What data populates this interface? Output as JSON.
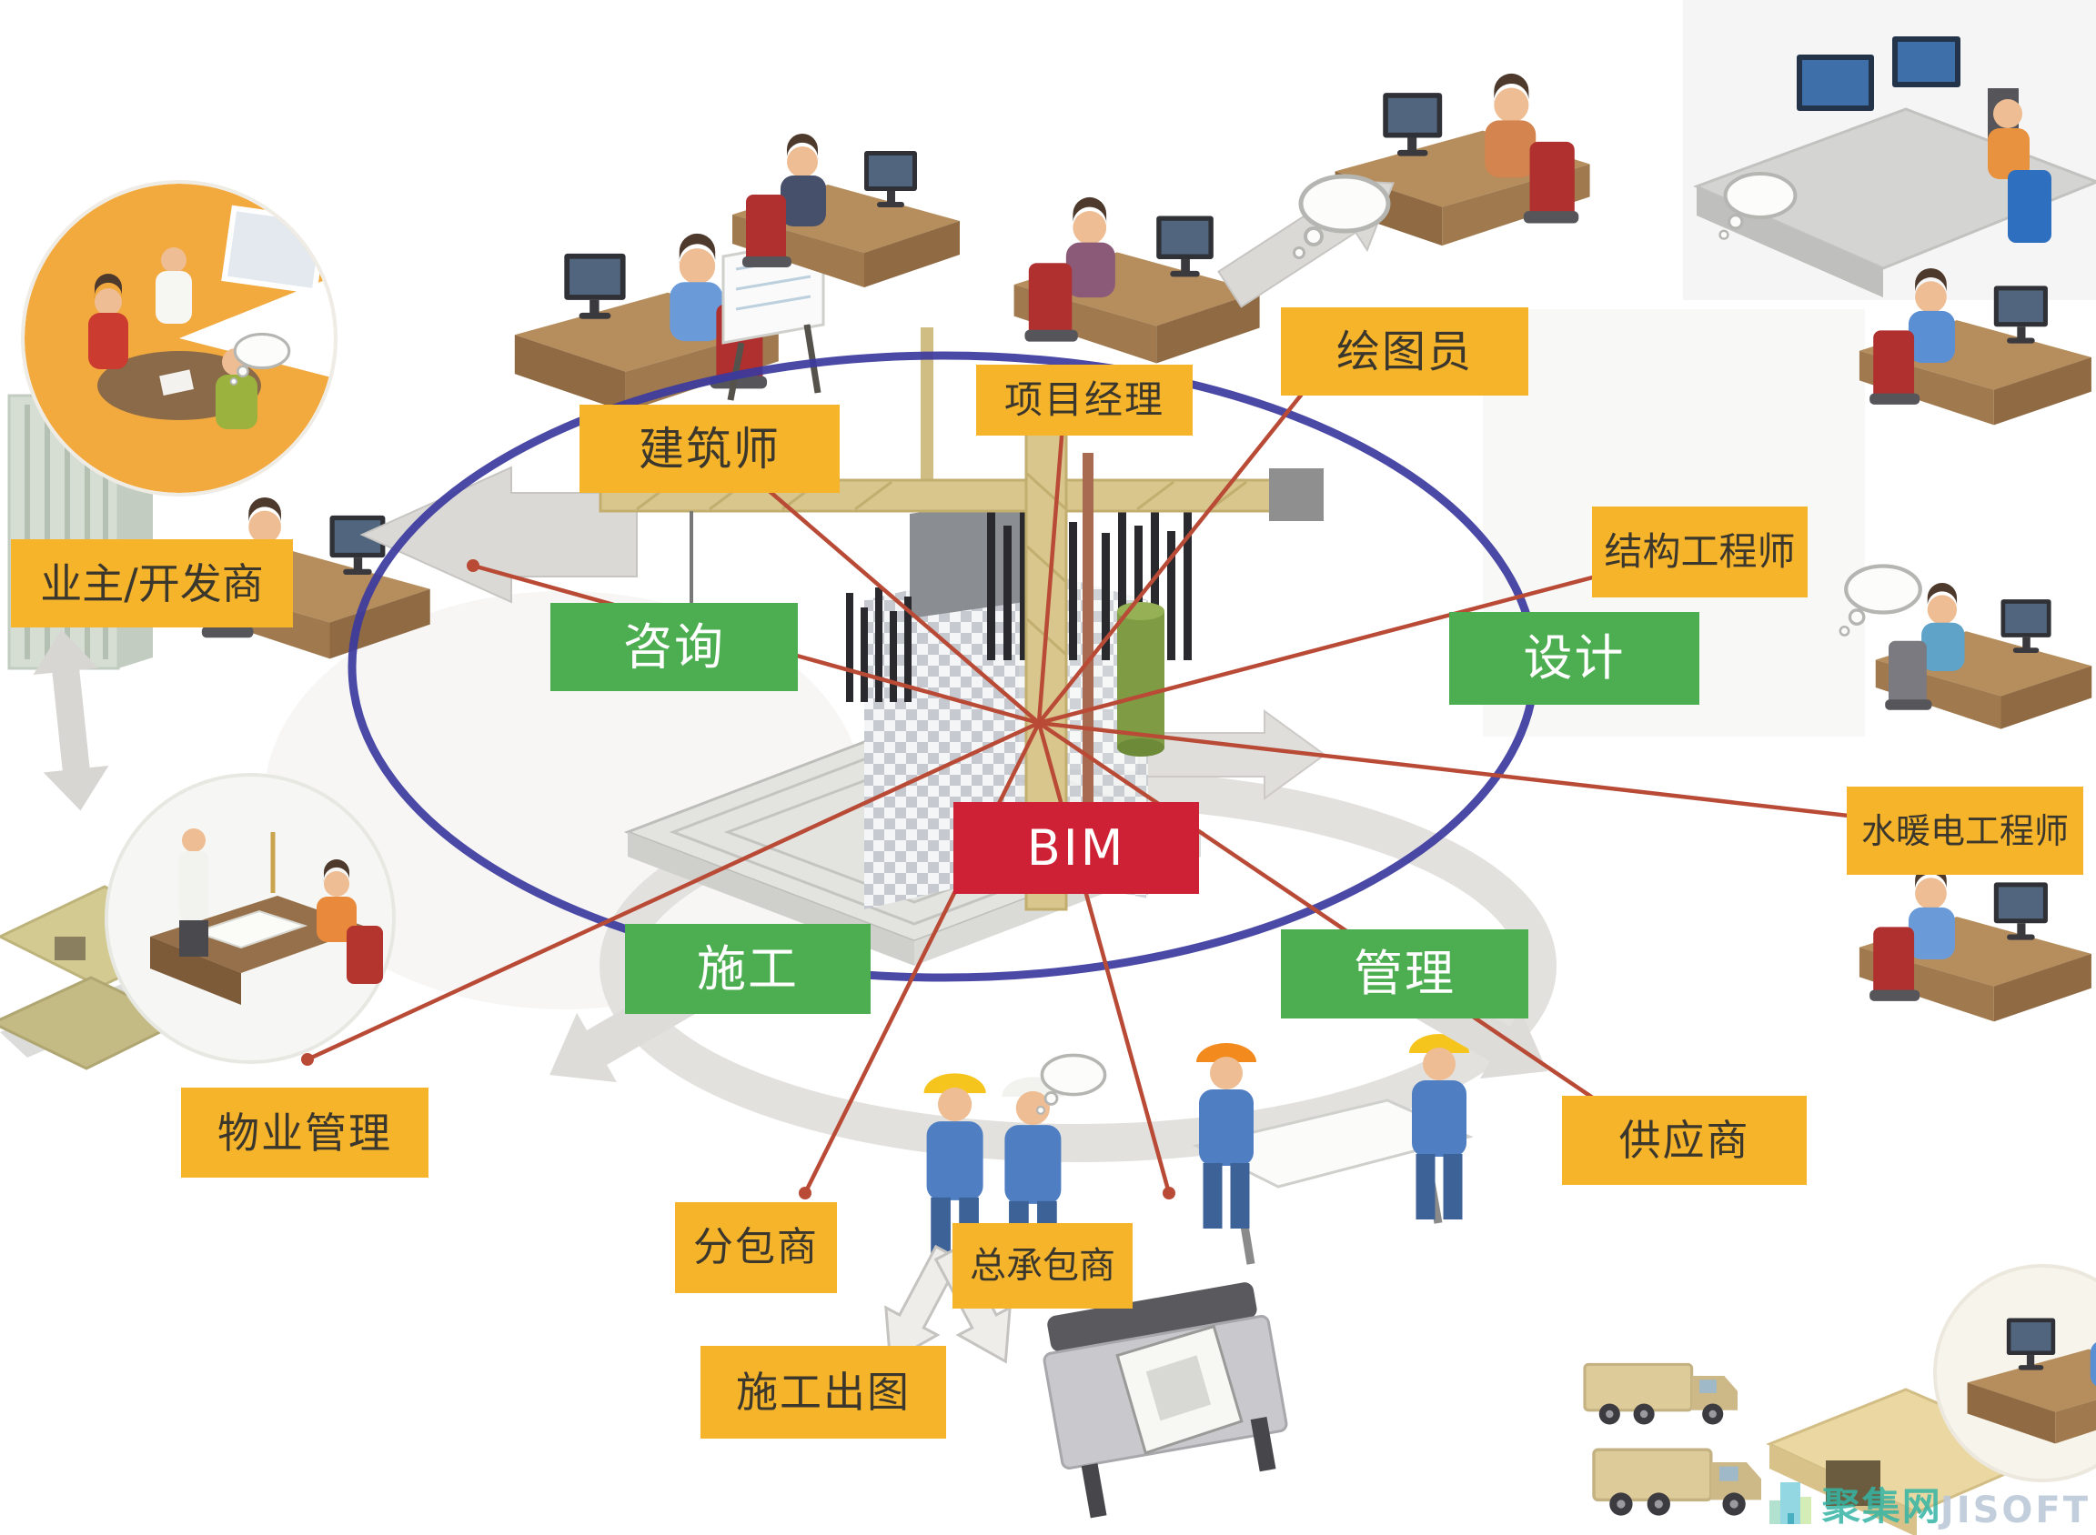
{
  "center": {
    "label": "BIM"
  },
  "phases": [
    {
      "id": "consulting",
      "label": "咨询"
    },
    {
      "id": "design",
      "label": "设计"
    },
    {
      "id": "construction",
      "label": "施工"
    },
    {
      "id": "management",
      "label": "管理"
    }
  ],
  "stakeholders": [
    {
      "id": "owner-developer",
      "label": "业主/开发商"
    },
    {
      "id": "architect",
      "label": "建筑师"
    },
    {
      "id": "project-manager",
      "label": "项目经理"
    },
    {
      "id": "draftsman",
      "label": "绘图员"
    },
    {
      "id": "structural-engineer",
      "label": "结构工程师"
    },
    {
      "id": "mep-engineer",
      "label": "水暖电工程师"
    },
    {
      "id": "supplier",
      "label": "供应商"
    },
    {
      "id": "general-contractor",
      "label": "总承包商"
    },
    {
      "id": "subcontractor",
      "label": "分包商"
    },
    {
      "id": "construction-drawings",
      "label": "施工出图"
    },
    {
      "id": "property-management",
      "label": "物业管理"
    }
  ],
  "watermark": {
    "site_name": "聚集网",
    "brand": "JISOFT"
  },
  "colors": {
    "stakeholder_bg": "#f6b42a",
    "phase_bg": "#4cae50",
    "center_bg": "#cf2135",
    "ring": "#3c3a9e",
    "connector": "#b84a36"
  }
}
